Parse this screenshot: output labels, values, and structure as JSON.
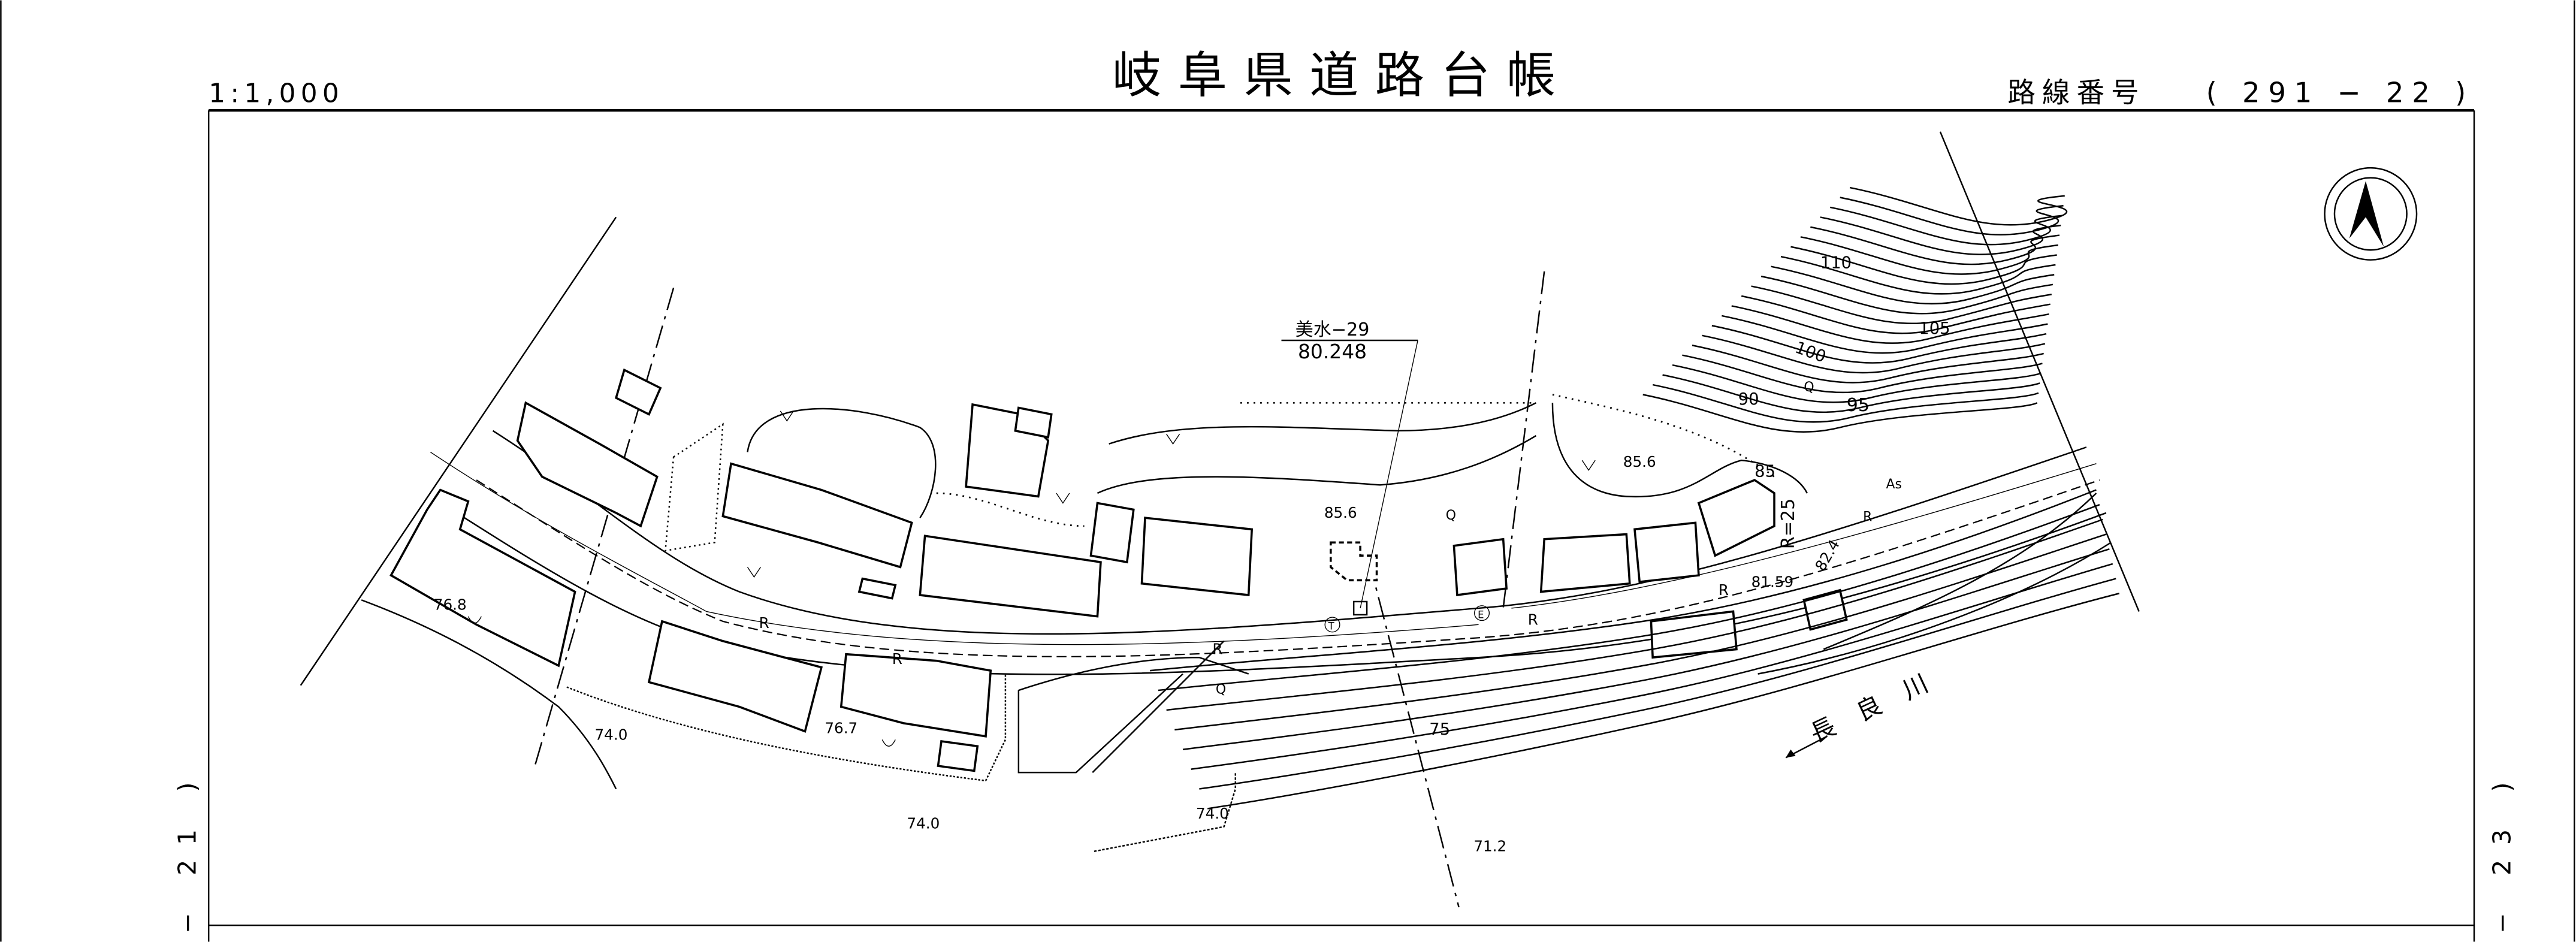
{
  "header": {
    "scale": "1:1,000",
    "title": "岐阜県道路台帳",
    "route_label": "路線番号",
    "route_number": "( 291 − 22 )"
  },
  "side": {
    "left_sheet": "− 21 )",
    "right_sheet": "− 23 )"
  },
  "map": {
    "benchmark_name": "美水−29",
    "benchmark_height": "80.248",
    "river_name": "長良川",
    "spot_heights": [
      "85.6",
      "85.6",
      "76.8",
      "74.0",
      "76.7",
      "74.0",
      "74.0",
      "71.2",
      "81.59",
      "82.4"
    ],
    "contour_labels": [
      "75",
      "85",
      "90",
      "95",
      "100",
      "105",
      "110"
    ],
    "curve_label": "R=25",
    "symbols": [
      "R",
      "R",
      "R",
      "R",
      "R",
      "R",
      "T",
      "E",
      "Q",
      "Q",
      "Q",
      "As"
    ]
  },
  "compass": {
    "icon": "north-arrow-icon"
  }
}
